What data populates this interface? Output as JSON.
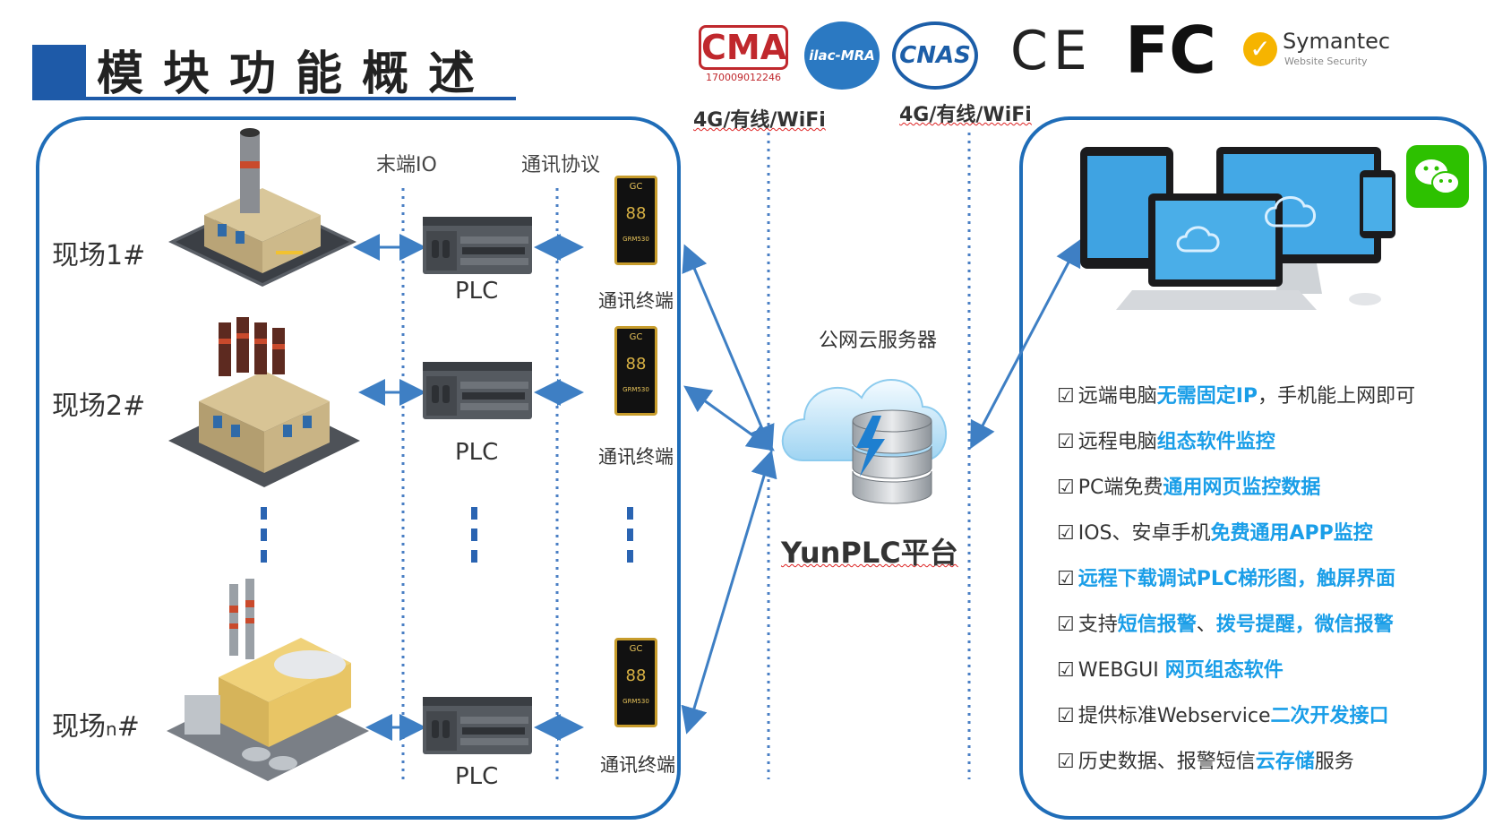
{
  "header": {
    "title": "模块功能概述"
  },
  "certifications": [
    {
      "name": "CMA",
      "text": "CMA",
      "sub": "170009012246",
      "icon": "cma-logo"
    },
    {
      "name": "ilac-MRA",
      "text": "ilac-MRA",
      "icon": "ilac-mra-logo"
    },
    {
      "name": "CNAS",
      "text": "CNAS",
      "icon": "cnas-logo"
    },
    {
      "name": "CE",
      "text": "CE",
      "icon": "ce-logo"
    },
    {
      "name": "FC",
      "text": "FC",
      "icon": "fc-logo"
    },
    {
      "name": "Symantec",
      "text": "Symantec",
      "sub": "Website Security",
      "icon": "symantec-logo"
    }
  ],
  "columns": {
    "io": "末端IO",
    "protocol": "通讯协议"
  },
  "sites": [
    {
      "label": "现场1#",
      "plc": "PLC",
      "terminal": "通讯终端"
    },
    {
      "label": "现场2#",
      "plc": "PLC",
      "terminal": "通讯终端"
    },
    {
      "label_main": "现场",
      "label_sub": "n",
      "label_hash": "#",
      "plc": "PLC",
      "terminal": "通讯终端"
    }
  ],
  "device": {
    "brand": "GC",
    "model": "GRM530",
    "display": "88"
  },
  "network": {
    "left": "4G/有线/WiFi",
    "right": "4G/有线/WiFi"
  },
  "cloud": {
    "title": "公网云服务器",
    "platform": "YunPLC平台"
  },
  "features": [
    [
      {
        "t": "远端电脑"
      },
      {
        "t": "无需固定IP",
        "hl": true
      },
      {
        "t": "，手机能上网即可"
      }
    ],
    [
      {
        "t": "远程电脑"
      },
      {
        "t": "组态软件监控",
        "hl": true
      }
    ],
    [
      {
        "t": "PC端免费"
      },
      {
        "t": "通用网页监控数据",
        "hl": true
      }
    ],
    [
      {
        "t": "IOS、安卓手机"
      },
      {
        "t": "免费通用APP监控",
        "hl": true
      }
    ],
    [
      {
        "t": "远程下载调试PLC梯形图，触屏界面",
        "hl": true
      }
    ],
    [
      {
        "t": "支持"
      },
      {
        "t": "短信报警",
        "hl": true
      },
      {
        "t": "、"
      },
      {
        "t": "拨号提醒，微信报警",
        "hl": true
      }
    ],
    [
      {
        "t": "WEBGUI "
      },
      {
        "t": "网页组态软件",
        "hl": true
      }
    ],
    [
      {
        "t": "提供标准Webservice"
      },
      {
        "t": "二次开发接口",
        "hl": true
      }
    ],
    [
      {
        "t": "历史数据、报警短信"
      },
      {
        "t": "云存储",
        "hl": true
      },
      {
        "t": "服务"
      }
    ]
  ],
  "colors": {
    "accent": "#1f6db8",
    "highlight": "#1a9ee8",
    "wechat": "#2dc100"
  }
}
